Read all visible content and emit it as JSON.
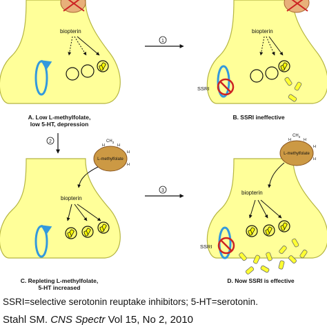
{
  "panels": {
    "a": {
      "caption_1": "A. Low L-methylfolate,",
      "caption_2": "low 5-HT, depression",
      "biopterin": "biopterin"
    },
    "b": {
      "caption_1": "B. SSRI ineffective",
      "biopterin": "biopterin",
      "ssri": "SSRI"
    },
    "c": {
      "caption_1": "C. Repleting L-methylfolate,",
      "caption_2": "5-HT increased",
      "biopterin": "biopterin",
      "folate": "L-methylfolate",
      "ch3": "CH",
      "ch3_sub": "3",
      "h": "H"
    },
    "d": {
      "caption_1": "D. Now SSRI is effective",
      "biopterin": "biopterin",
      "ssri": "SSRI",
      "folate": "L-methylfolate",
      "ch3": "CH",
      "ch3_sub": "3",
      "h": "H"
    }
  },
  "steps": {
    "one": "1",
    "two": "2",
    "three": "3"
  },
  "legend": "SSRI=selective serotonin reuptake inhibitors; 5-HT=serotonin.",
  "citation": {
    "author": "Stahl SM. ",
    "journal": "CNS Spectr",
    "rest": " Vol 15, No 2, 2010"
  },
  "colors": {
    "terminal_fill": "#ffff99",
    "terminal_stroke": "#b5b541",
    "pump": "#3399dd",
    "ssri": "#cc2222",
    "folate": "#cc9944",
    "serotonin": "#ffff33"
  }
}
